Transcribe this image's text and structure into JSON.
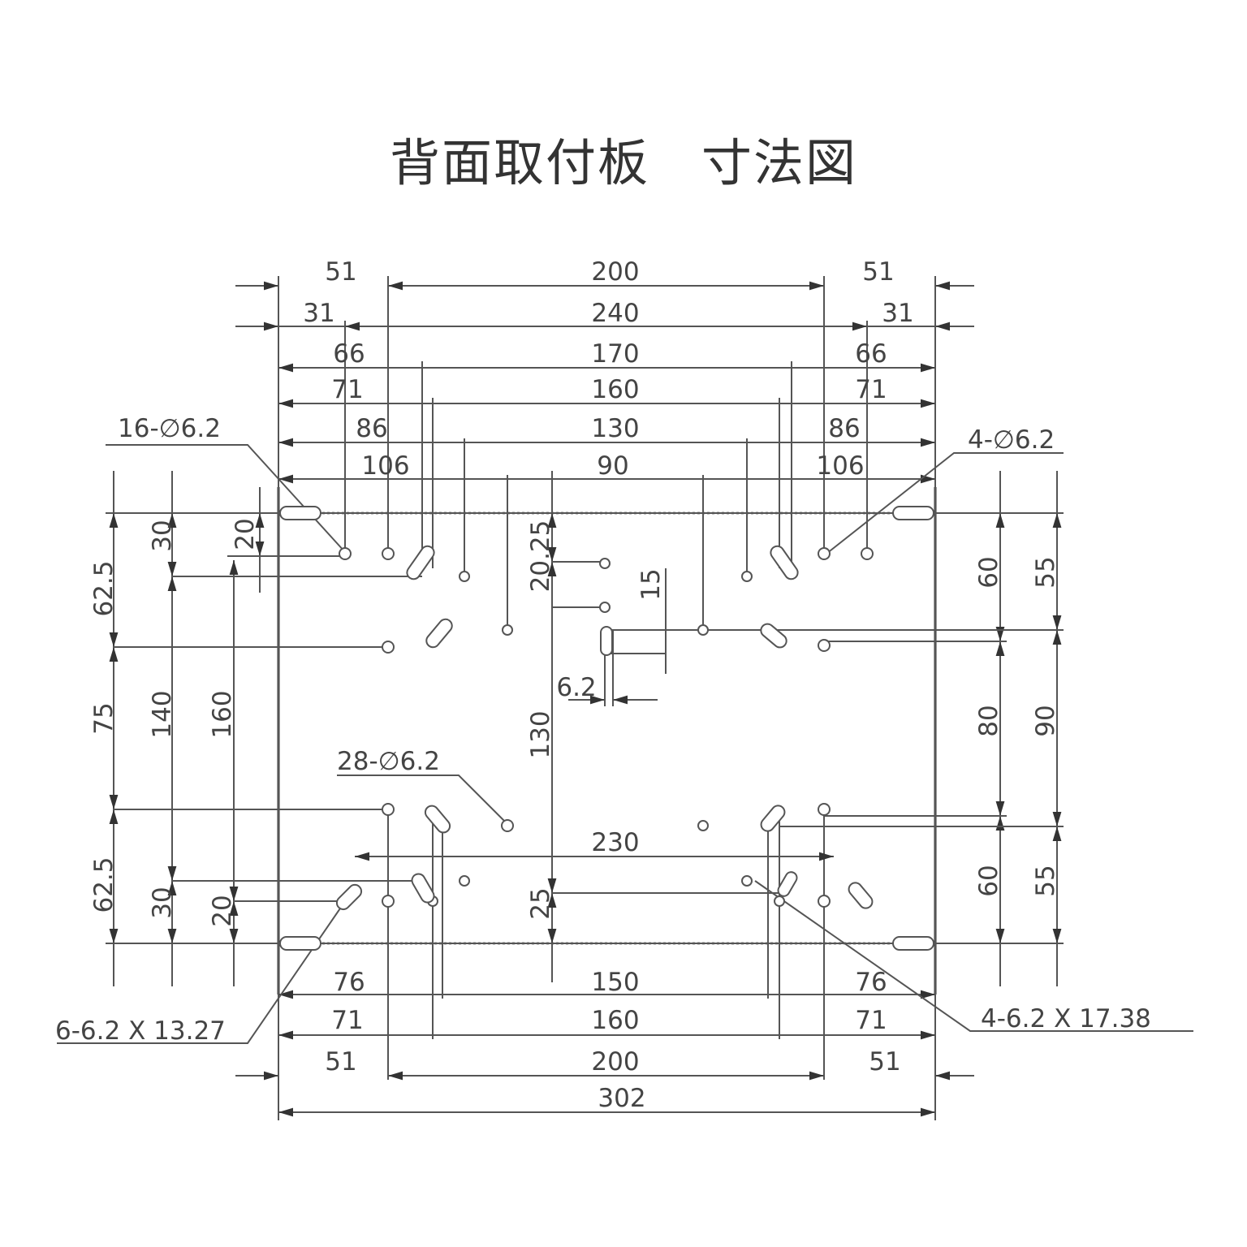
{
  "title": "背面取付板　寸法図",
  "dims": {
    "top": {
      "r1": [
        "51",
        "200",
        "51"
      ],
      "r2": [
        "31",
        "240",
        "31"
      ],
      "r3": [
        "66",
        "170",
        "66"
      ],
      "r4": [
        "71",
        "160",
        "71"
      ],
      "r5": [
        "86",
        "130",
        "86"
      ],
      "r6": [
        "106",
        "90",
        "106"
      ]
    },
    "bottom": {
      "r1": [
        "76",
        "150",
        "76"
      ],
      "r2": [
        "71",
        "160",
        "71"
      ],
      "r3": [
        "51",
        "200",
        "51"
      ],
      "total": "302"
    },
    "left": {
      "outer": [
        "62.5",
        "75",
        "62.5"
      ],
      "mid": [
        "30",
        "140",
        "30"
      ],
      "inner": [
        "20",
        "160",
        "20"
      ]
    },
    "right": {
      "inner": [
        "60",
        "80",
        "60"
      ],
      "outer": [
        "55",
        "90",
        "55"
      ]
    },
    "center": {
      "v1": "20.25",
      "v2": "130",
      "v3": "25",
      "small1": "15",
      "small2": "6.2",
      "h230": "230"
    }
  },
  "callouts": {
    "c1": "16-∅6.2",
    "c2": "4-∅6.2",
    "c3": "28-∅6.2",
    "c4": "6-6.2 X 13.27",
    "c5": "4-6.2 X 17.38"
  }
}
